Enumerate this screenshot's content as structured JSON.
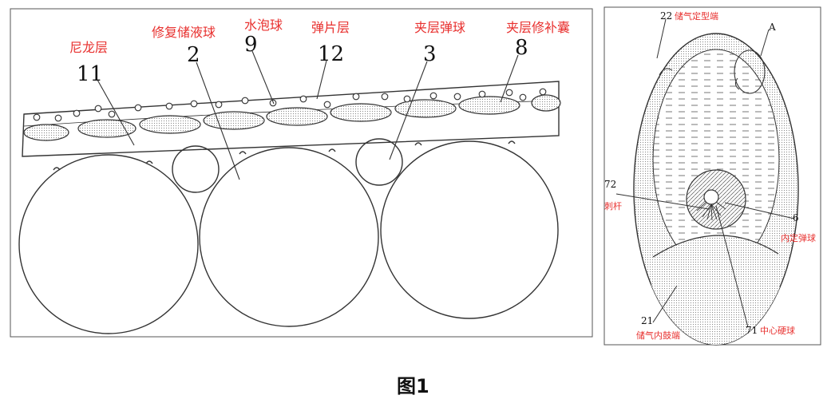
{
  "figure_caption": "图1",
  "left_panel": {
    "labels": [
      {
        "number": "11",
        "text": "尼龙层"
      },
      {
        "number": "2",
        "text": "修复储液球"
      },
      {
        "number": "9",
        "text": "水泡球"
      },
      {
        "number": "12",
        "text": "弹片层"
      },
      {
        "number": "3",
        "text": "夹层弹球"
      },
      {
        "number": "8",
        "text": "夹层修补囊"
      }
    ]
  },
  "right_panel": {
    "labels": [
      {
        "number": "22",
        "text": "储气定型端"
      },
      {
        "number": "A",
        "text": ""
      },
      {
        "number": "72",
        "text": "刺杆"
      },
      {
        "number": "6",
        "text": "内定弹球"
      },
      {
        "number": "21",
        "text": "储气内鼓端"
      },
      {
        "number": "71",
        "text": "中心硬球"
      }
    ]
  },
  "colors": {
    "label": "#e8312f",
    "line": "#333333"
  }
}
